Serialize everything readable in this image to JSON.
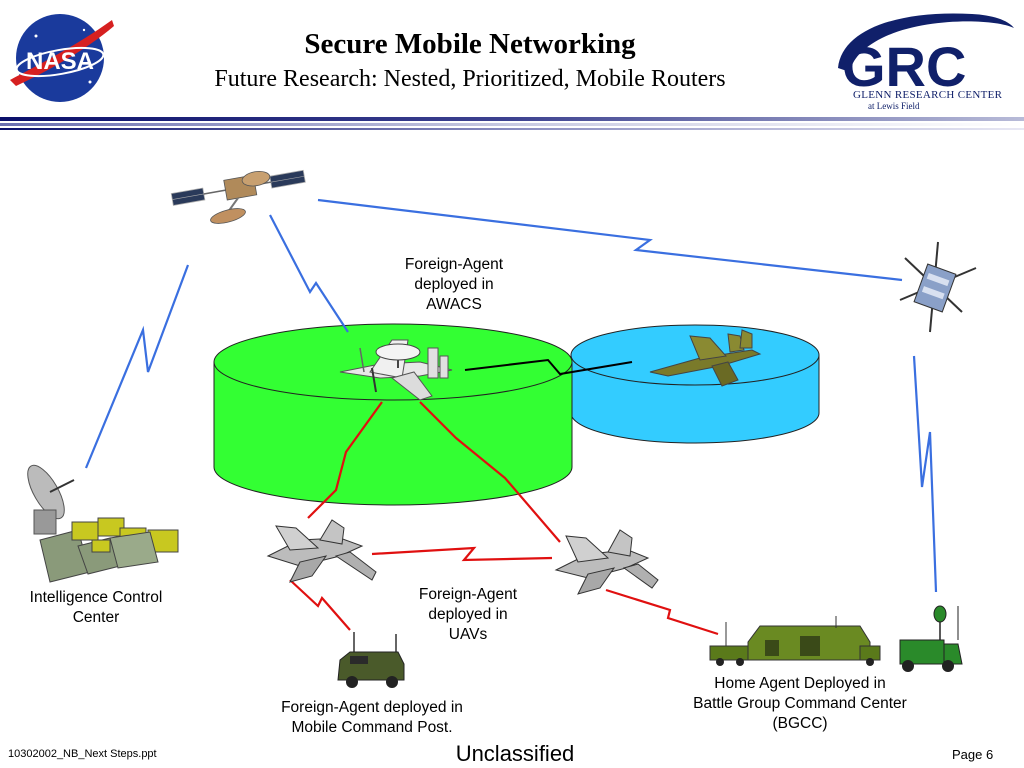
{
  "slide": {
    "title": "Secure Mobile Networking",
    "subtitle": "Future Research: Nested, Prioritized, Mobile Routers"
  },
  "logos": {
    "left": "NASA",
    "right": "GRC",
    "right_line1": "GLENN RESEARCH CENTER",
    "right_line2": "at Lewis Field"
  },
  "labels": {
    "awacs": [
      "Foreign-Agent",
      "deployed in",
      "AWACS"
    ],
    "intel": [
      "Intelligence Control",
      "Center"
    ],
    "uavs": [
      "Foreign-Agent",
      "deployed in",
      "UAVs"
    ],
    "home": [
      "Home Agent Deployed in",
      "Battle Group Command Center",
      "(BGCC)"
    ],
    "mobile_post": [
      "Foreign-Agent deployed in",
      "Mobile Command Post."
    ]
  },
  "footer": {
    "file": "10302002_NB_Next Steps.ppt",
    "classification": "Unclassified",
    "page": "Page 6"
  },
  "colors": {
    "link_blue": "#3a6fe0",
    "link_red": "#e01010",
    "green_network": "#33ff33",
    "blue_network": "#33ccff",
    "nasa_blue": "#10206a"
  }
}
